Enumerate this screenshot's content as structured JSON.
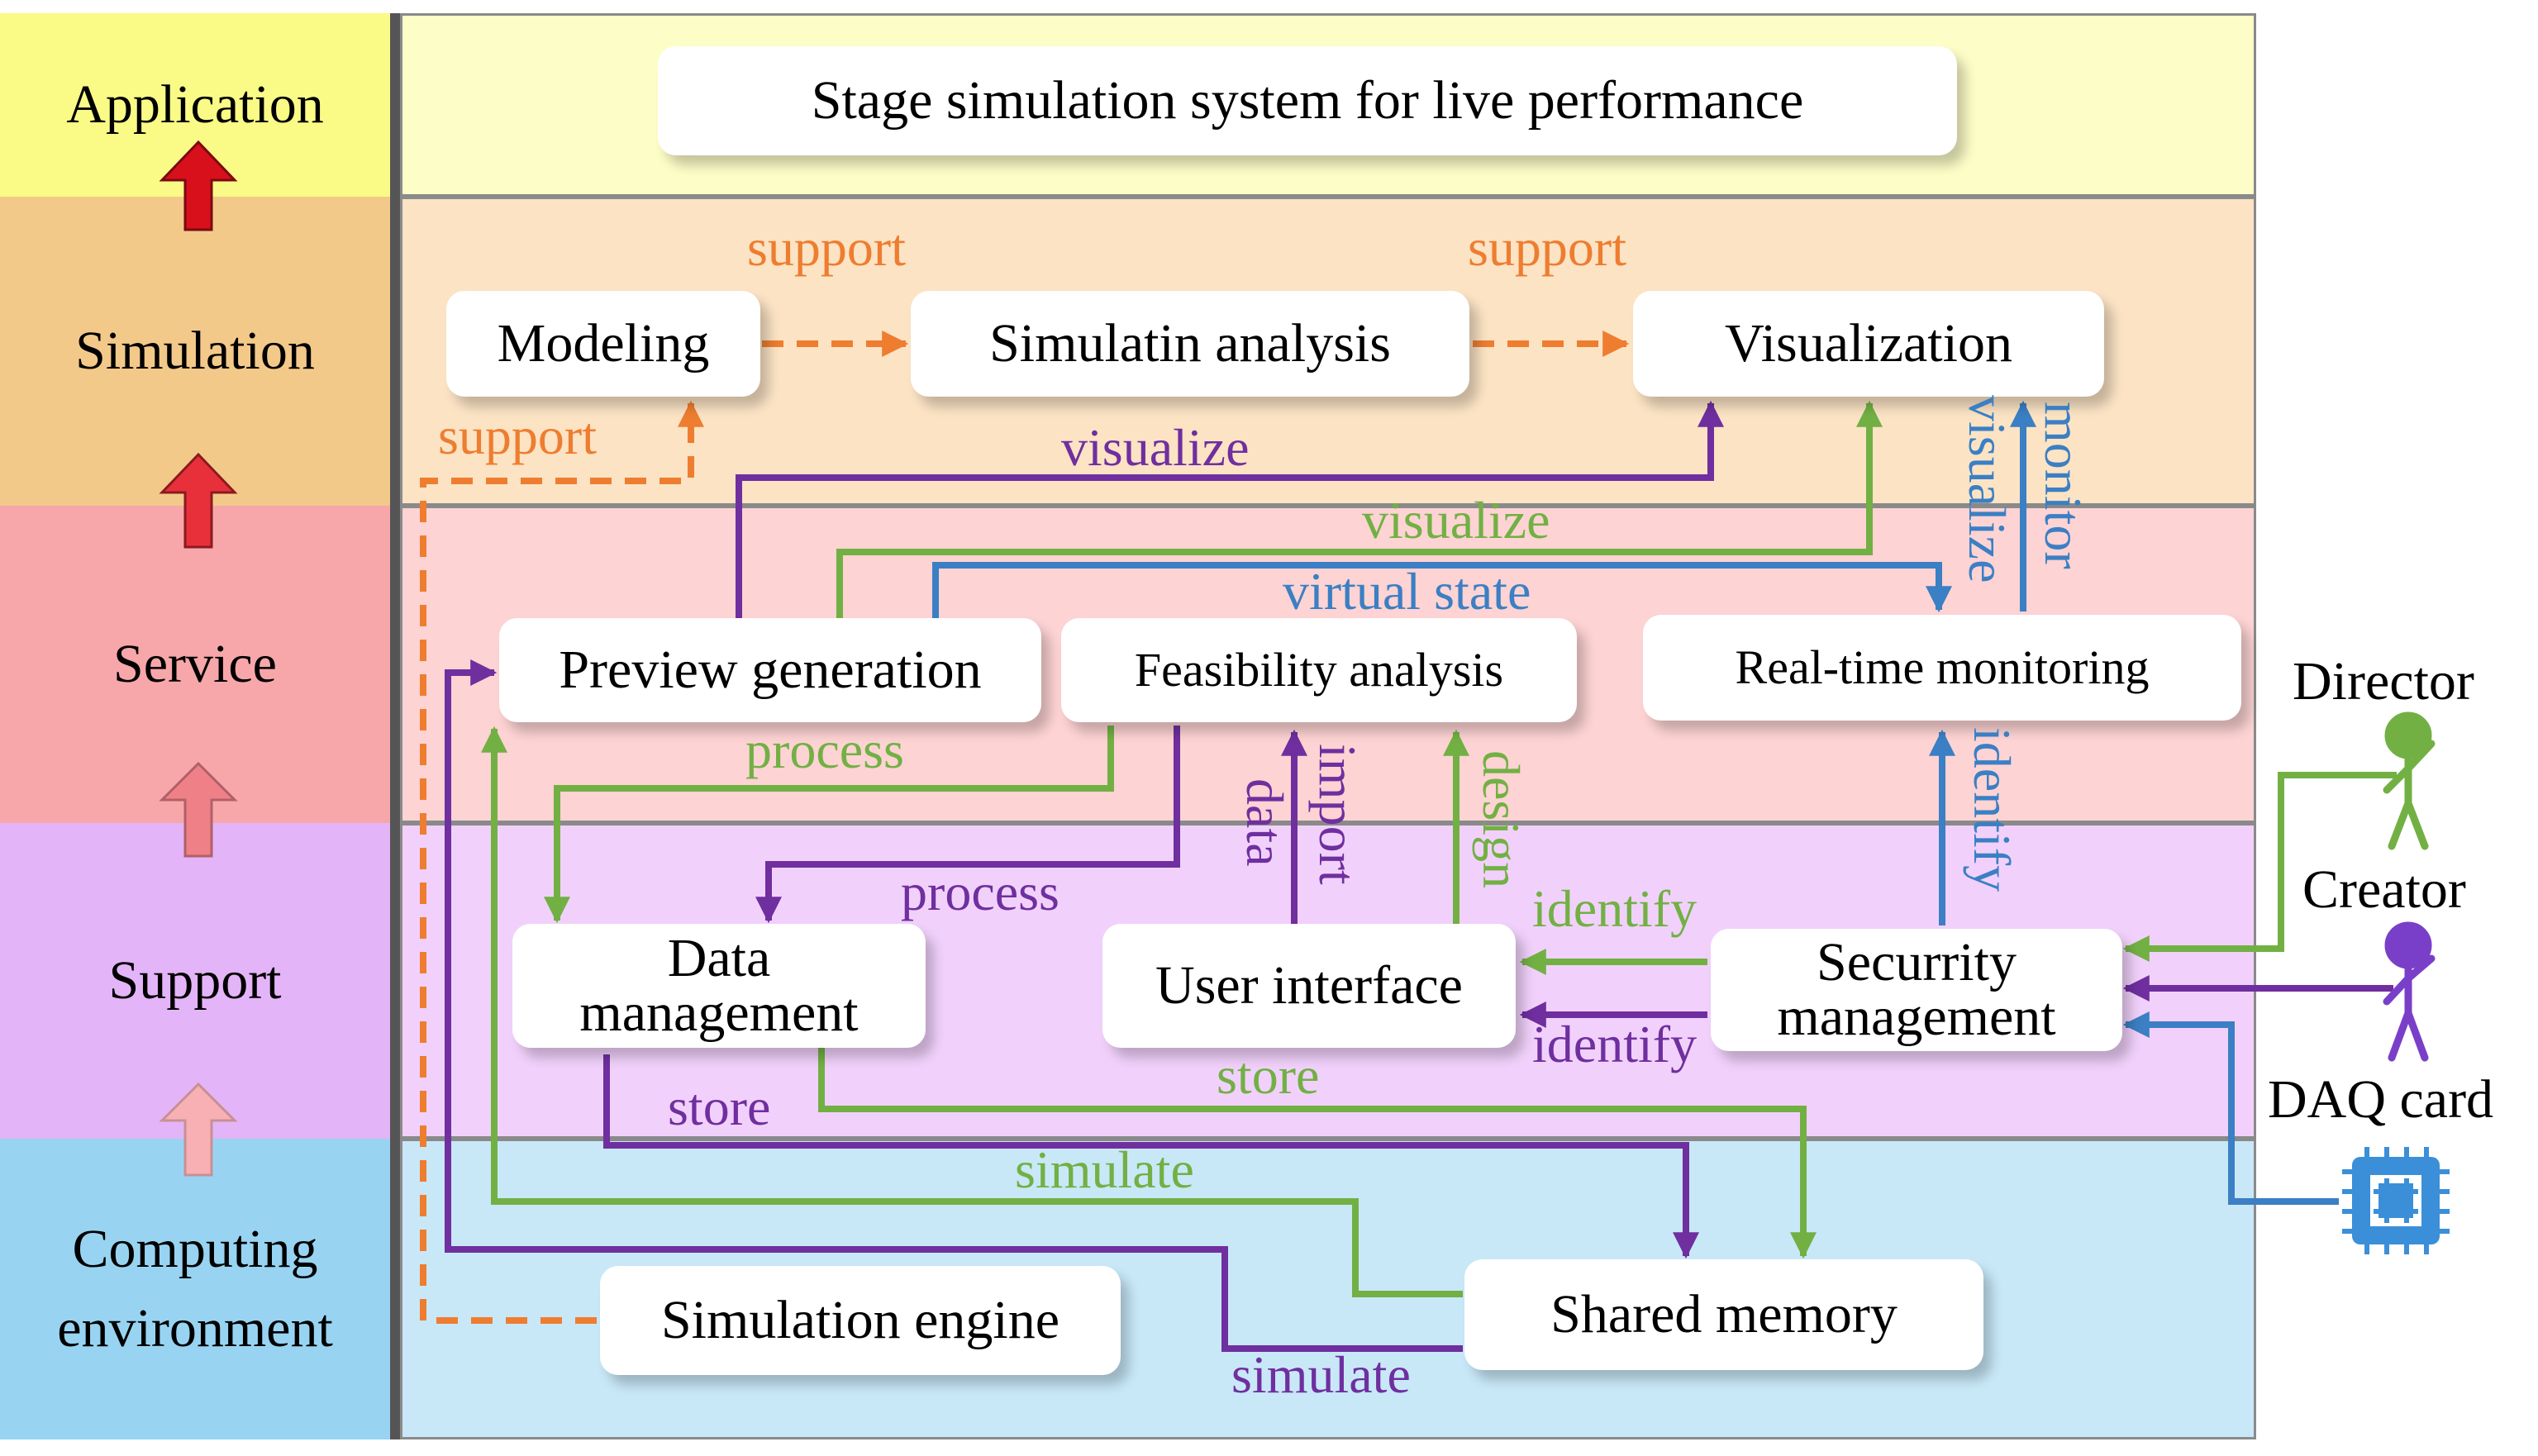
{
  "layers": {
    "application": "Application",
    "simulation": "Simulation",
    "service": "Service",
    "support": "Support",
    "computing": [
      "Computing",
      "environment"
    ]
  },
  "nodes": {
    "app_title": "Stage simulation system for live performance",
    "modeling": "Modeling",
    "simulation_analysis": "Simulatin analysis",
    "visualization": "Visualization",
    "preview_generation": "Preview generation",
    "feasibility_analysis": "Feasibility analysis",
    "realtime_monitoring": "Real-time monitoring",
    "data_management": [
      "Data",
      "management"
    ],
    "user_interface": "User interface",
    "security_management": [
      "Securrity",
      "management"
    ],
    "simulation_engine": "Simulation engine",
    "shared_memory": "Shared memory"
  },
  "actors": {
    "director": "Director",
    "creator": "Creator",
    "daq_card": "DAQ card"
  },
  "edge_labels": {
    "support_1": "support",
    "support_2": "support",
    "support_3": "support",
    "visualize_purple": "visualize",
    "visualize_green": "visualize",
    "virtual_state": "virtual state",
    "visualize_vertical": "visualize",
    "monitor_vertical": "monitor",
    "process_green": "process",
    "process_purple": "process",
    "import": "import",
    "data": "data",
    "design": "design",
    "identify_vertical": "identify",
    "identify_green": "identify",
    "identify_purple": "identify",
    "store_purple": "store",
    "store_green": "store",
    "simulate_green": "simulate",
    "simulate_purple": "simulate"
  },
  "colors": {
    "application_band": "#fdfdc8",
    "simulation_band": "#fbe3c4",
    "service_band": "#fdd3d3",
    "support_band": "#f1d1fb",
    "computing_band": "#c8e8f8",
    "orange": "#ee7d30",
    "purple": "#6f2f9f",
    "green": "#72b044",
    "blue": "#3b7fc4",
    "red_arrow": "#d8101c"
  }
}
